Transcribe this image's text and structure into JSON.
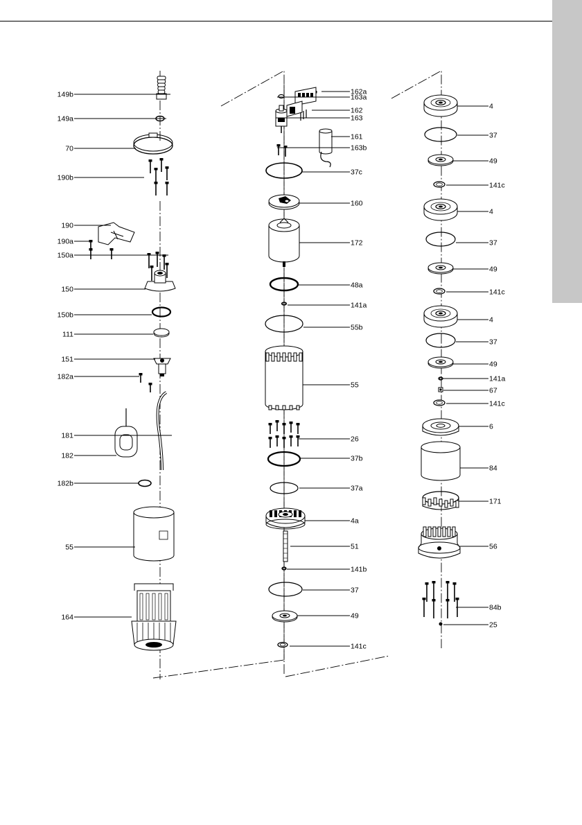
{
  "page": {
    "tab_color": "#c7c7c7"
  },
  "diagram": {
    "type": "exploded-parts-view",
    "columns": [
      {
        "name": "left",
        "parts": [
          {
            "label": "149b",
            "icon": "hose-connector-icon"
          },
          {
            "label": "149a",
            "icon": "o-ring-icon"
          },
          {
            "label": "70",
            "icon": "handle-ring-icon"
          },
          {
            "label": "190b",
            "icon": "screw-icon"
          },
          {
            "label": "190",
            "icon": "bracket-icon"
          },
          {
            "label": "190a",
            "icon": "screw-icon"
          },
          {
            "label": "150a",
            "icon": "screw-icon"
          },
          {
            "label": "150",
            "icon": "pump-cover-icon"
          },
          {
            "label": "150b",
            "icon": "o-ring-icon"
          },
          {
            "label": "111",
            "icon": "seal-ring-icon"
          },
          {
            "label": "151",
            "icon": "valve-icon"
          },
          {
            "label": "182a",
            "icon": "screw-icon"
          },
          {
            "label": "181",
            "icon": "cable-icon"
          },
          {
            "label": "182",
            "icon": "float-switch-icon"
          },
          {
            "label": "182b",
            "icon": "o-ring-icon"
          },
          {
            "label": "55",
            "icon": "sleeve-icon"
          },
          {
            "label": "164",
            "icon": "motor-housing-icon"
          }
        ]
      },
      {
        "name": "middle",
        "parts": [
          {
            "label": "163a",
            "icon": "o-ring-icon"
          },
          {
            "label": "162a",
            "icon": "screw-icon"
          },
          {
            "label": "162",
            "icon": "electronics-board-icon"
          },
          {
            "label": "163",
            "icon": "switch-icon"
          },
          {
            "label": "163b",
            "icon": "screw-icon"
          },
          {
            "label": "161",
            "icon": "capacitor-icon"
          },
          {
            "label": "37c",
            "icon": "o-ring-icon"
          },
          {
            "label": "160",
            "icon": "disc-icon"
          },
          {
            "label": "172",
            "icon": "motor-icon"
          },
          {
            "label": "48a",
            "icon": "o-ring-icon"
          },
          {
            "label": "141a",
            "icon": "washer-icon"
          },
          {
            "label": "55b",
            "icon": "o-ring-icon"
          },
          {
            "label": "55",
            "icon": "sleeve-icon"
          },
          {
            "label": "26",
            "icon": "screw-icon"
          },
          {
            "label": "37b",
            "icon": "o-ring-icon"
          },
          {
            "label": "37a",
            "icon": "o-ring-icon"
          },
          {
            "label": "4a",
            "icon": "chamber-icon"
          },
          {
            "label": "51",
            "icon": "shaft-icon"
          },
          {
            "label": "141b",
            "icon": "washer-icon"
          },
          {
            "label": "37",
            "icon": "o-ring-icon"
          },
          {
            "label": "49",
            "icon": "impeller-icon"
          },
          {
            "label": "141c",
            "icon": "washer-icon"
          }
        ]
      },
      {
        "name": "right",
        "parts": [
          {
            "label": "4",
            "icon": "chamber-icon"
          },
          {
            "label": "37",
            "icon": "o-ring-icon"
          },
          {
            "label": "49",
            "icon": "impeller-icon"
          },
          {
            "label": "141c",
            "icon": "washer-icon"
          },
          {
            "label": "4",
            "icon": "chamber-icon"
          },
          {
            "label": "37",
            "icon": "o-ring-icon"
          },
          {
            "label": "49",
            "icon": "impeller-icon"
          },
          {
            "label": "141c",
            "icon": "washer-icon"
          },
          {
            "label": "4",
            "icon": "chamber-icon"
          },
          {
            "label": "37",
            "icon": "o-ring-icon"
          },
          {
            "label": "49",
            "icon": "impeller-icon"
          },
          {
            "label": "141a",
            "icon": "washer-icon"
          },
          {
            "label": "67",
            "icon": "nut-icon"
          },
          {
            "label": "141c",
            "icon": "washer-icon"
          },
          {
            "label": "6",
            "icon": "top-chamber-icon"
          },
          {
            "label": "84",
            "icon": "sleeve-icon"
          },
          {
            "label": "171",
            "icon": "strainer-ring-icon"
          },
          {
            "label": "56",
            "icon": "base-icon"
          },
          {
            "label": "84b",
            "icon": "screw-icon"
          },
          {
            "label": "25",
            "icon": "plug-icon"
          }
        ]
      }
    ]
  }
}
